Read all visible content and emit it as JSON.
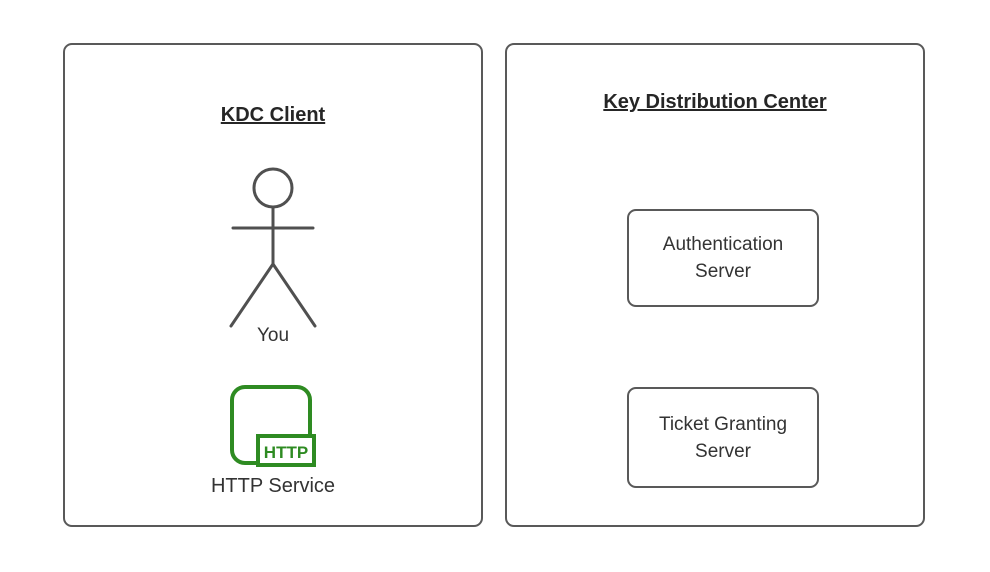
{
  "diagram": {
    "client_panel": {
      "title": "KDC Client",
      "actor_label": "You",
      "service_label": "HTTP Service",
      "service_badge": "HTTP"
    },
    "kdc_panel": {
      "title": "Key Distribution Center",
      "servers": [
        {
          "label": "Authentication Server"
        },
        {
          "label": "Ticket Granting Server"
        }
      ]
    },
    "colors": {
      "panel_border": "#595959",
      "figure_stroke": "#505050",
      "text_dark": "#262626",
      "label_text": "#333333",
      "service_green": "#2E8B22",
      "background": "#ffffff"
    }
  }
}
